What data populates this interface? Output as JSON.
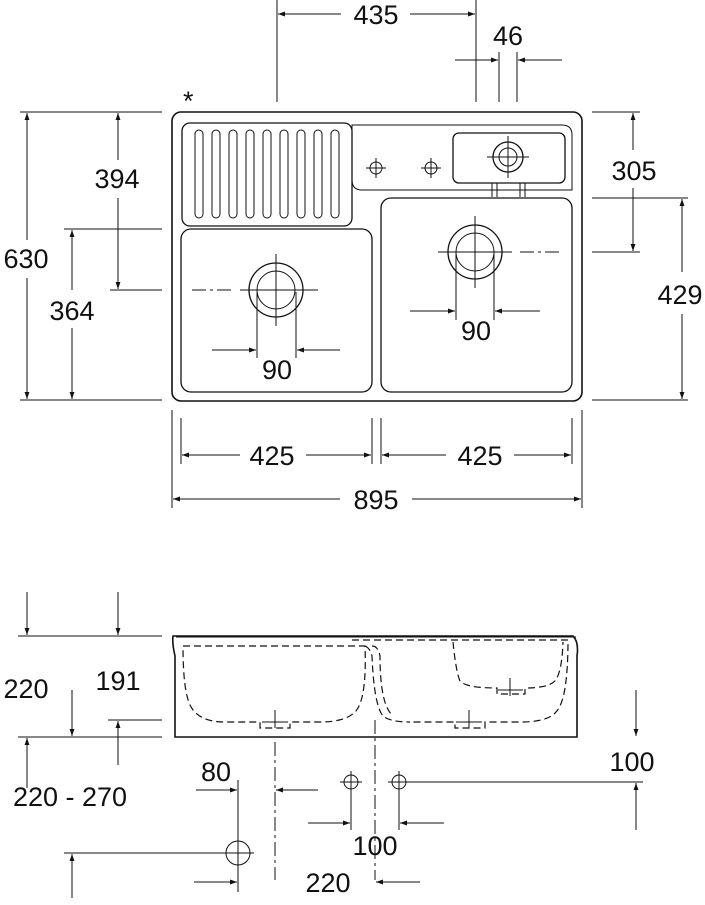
{
  "top_view": {
    "asterisk": "*",
    "dim_435": "435",
    "dim_46": "46",
    "dim_630": "630",
    "dim_394": "394",
    "dim_364": "364",
    "dim_305": "305",
    "dim_429": "429",
    "dim_90_left": "90",
    "dim_90_right": "90",
    "dim_425_left": "425",
    "dim_425_right": "425",
    "dim_895": "895"
  },
  "side_view": {
    "dim_220": "220",
    "dim_191": "191",
    "dim_220_270": "220 - 270",
    "dim_80": "80",
    "dim_100_right": "100",
    "dim_100_bottom": "100",
    "dim_220_bottom": "220"
  }
}
